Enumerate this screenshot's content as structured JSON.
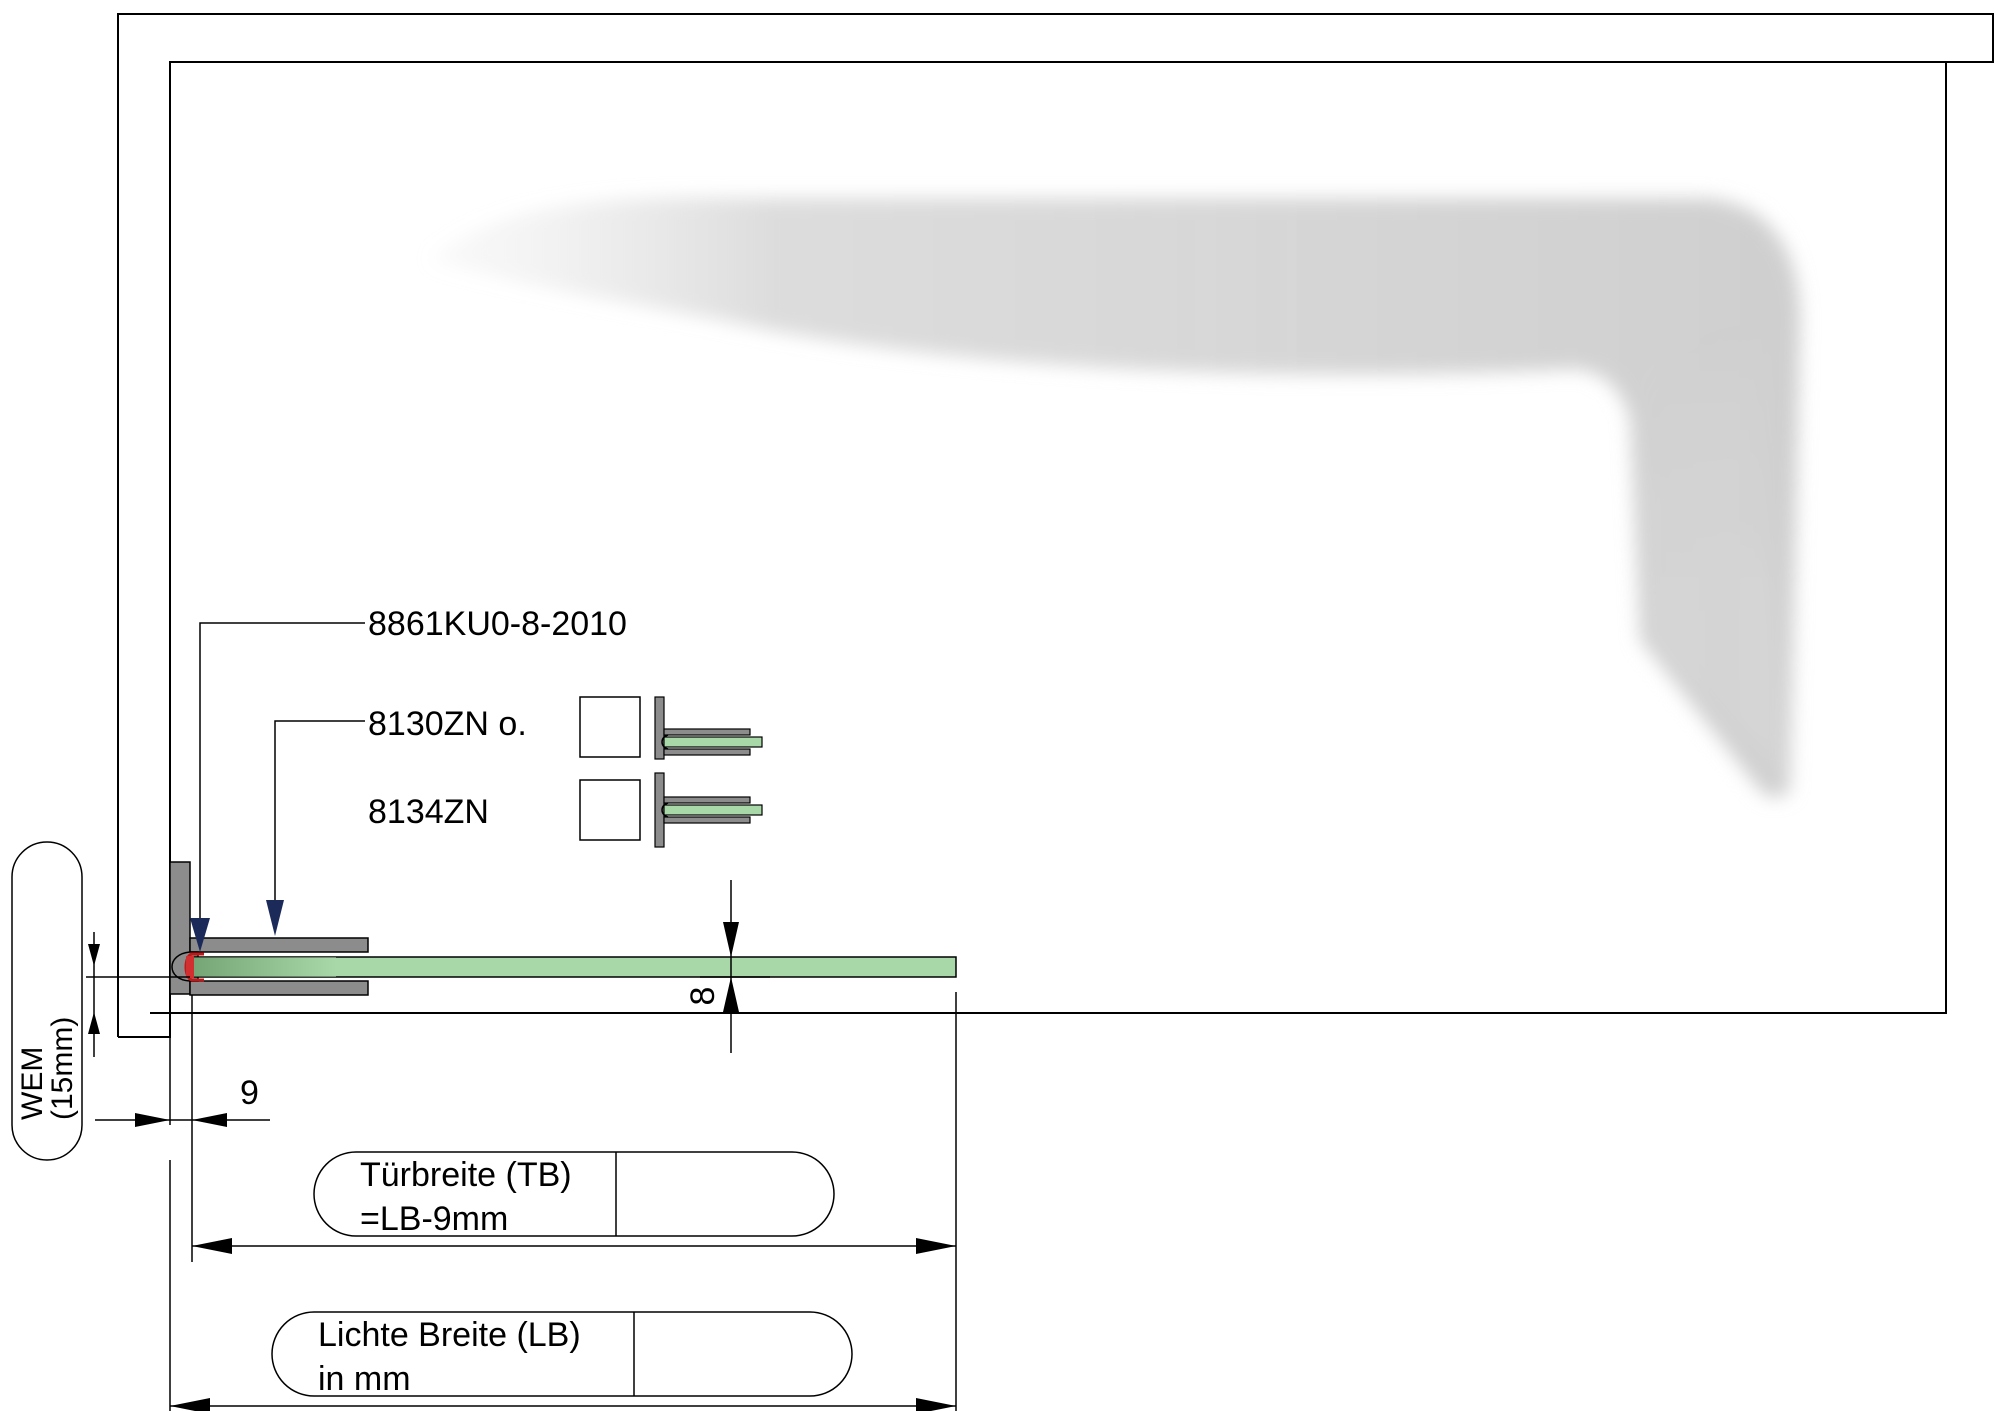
{
  "parts": {
    "seal": "8861KU0-8-2010",
    "profile_a": "8130ZN o.",
    "profile_b": "8134ZN"
  },
  "dimensions": {
    "wem_line1": "WEM",
    "wem_line2": "(15mm)",
    "offset": "9",
    "glass": "8",
    "door_width_line1": "Türbreite (TB)",
    "door_width_line2": "=LB-9mm",
    "clear_width_line1": "Lichte Breite (LB)",
    "clear_width_line2": "in mm"
  },
  "colors": {
    "glass": "#a8d8a8",
    "profile": "#8c8c8c",
    "seal": "#c01818",
    "arrow": "#1c2a5a"
  }
}
